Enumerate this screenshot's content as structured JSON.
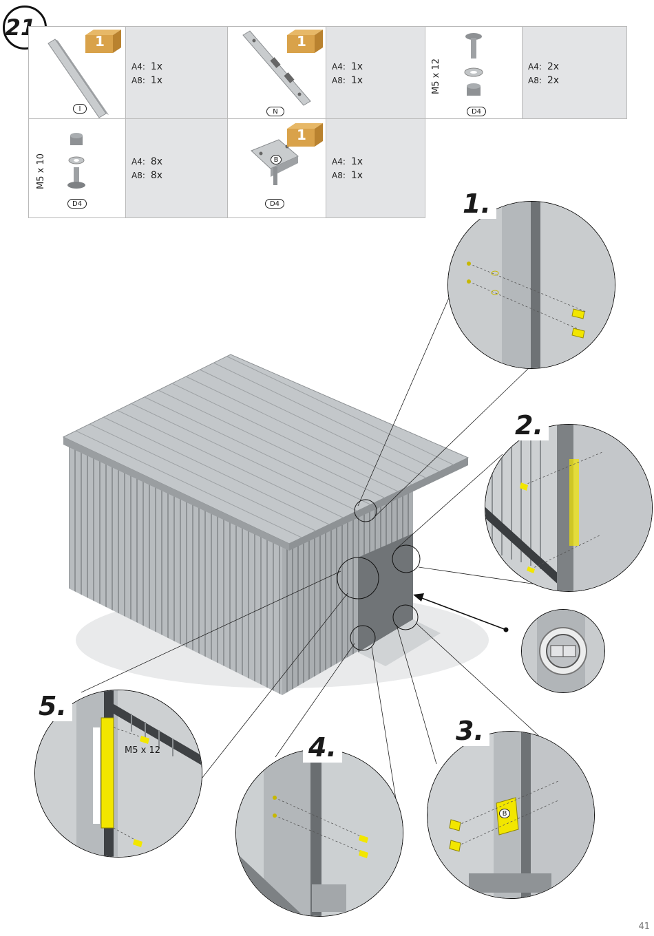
{
  "step": {
    "number": "21."
  },
  "parts": [
    {
      "id": "part-i",
      "label": "I",
      "box_badge": "1",
      "qty": [
        {
          "k": "A4:",
          "v": "1x"
        },
        {
          "k": "A8:",
          "v": "1x"
        }
      ]
    },
    {
      "id": "part-n",
      "label": "N",
      "box_badge": "1",
      "qty": [
        {
          "k": "A4:",
          "v": "1x"
        },
        {
          "k": "A8:",
          "v": "1x"
        }
      ]
    },
    {
      "id": "part-bolt-12",
      "label": "D4",
      "size": "M5 x 12",
      "qty": [
        {
          "k": "A4:",
          "v": "2x"
        },
        {
          "k": "A8:",
          "v": "2x"
        }
      ]
    },
    {
      "id": "part-bolt-10",
      "label": "D4",
      "size": "M5 x 10",
      "qty": [
        {
          "k": "A4:",
          "v": "8x"
        },
        {
          "k": "A8:",
          "v": "8x"
        }
      ]
    },
    {
      "id": "part-hinge-b",
      "label": "D4",
      "inner_label": "B",
      "box_badge": "1",
      "qty": [
        {
          "k": "A4:",
          "v": "1x"
        },
        {
          "k": "A8:",
          "v": "1x"
        }
      ]
    }
  ],
  "details": {
    "d1": "1.",
    "d2": "2.",
    "d3": "3.",
    "d4": "4.",
    "d5": "5.",
    "d3_part": "B",
    "d5_bolt": "M5 x 12"
  },
  "page_number": "41",
  "colors": {
    "highlight": "#f2e600",
    "metal": "#a9adb0",
    "cardboard": "#d9a24a",
    "grid": "#e3e4e6"
  }
}
